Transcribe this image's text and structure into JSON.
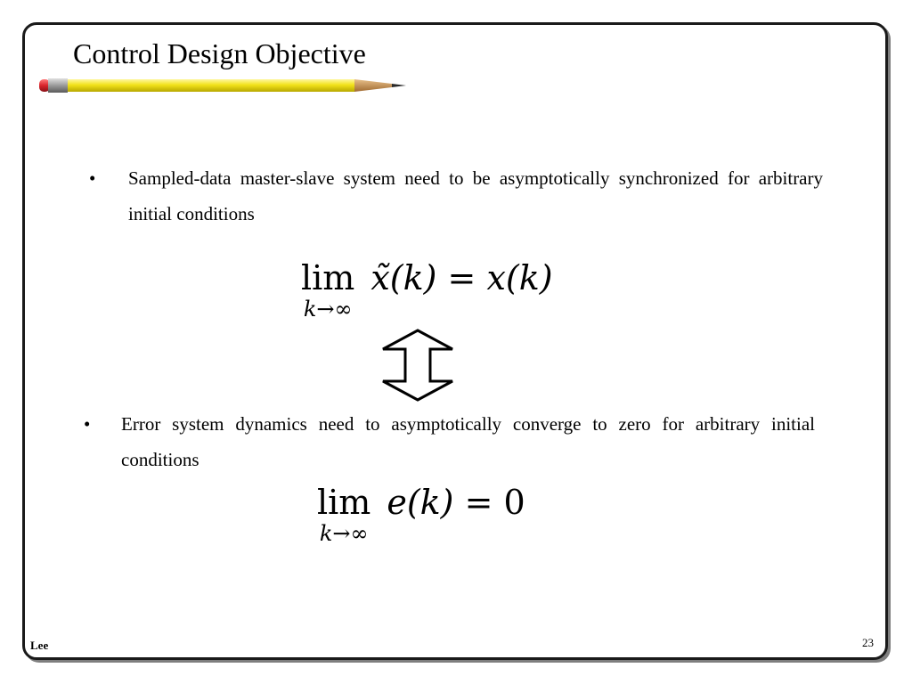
{
  "slide": {
    "title": "Control Design Objective",
    "bullets": [
      {
        "marker": "•",
        "text": "Sampled-data master-slave system need to be asymptotically synchronized for arbitrary initial conditions"
      },
      {
        "marker": "•",
        "text": "Error system dynamics need to asymptotically converge to zero for arbitrary initial conditions"
      }
    ],
    "equations": [
      {
        "lim": "lim",
        "subscript": "k→∞",
        "lhs": "x̃(k)",
        "equals": "=",
        "rhs": "x(k)"
      },
      {
        "lim": "lim",
        "subscript": "k→∞",
        "lhs": "e(k)",
        "equals": "=",
        "rhs": "0"
      }
    ],
    "footer": {
      "author": "Lee",
      "page_number": "23"
    }
  },
  "icons": {
    "pencil": "pencil-icon",
    "equivalence_arrow": "double-headed-arrow-icon"
  },
  "colors": {
    "pencil_body": "#f2e21a",
    "pencil_eraser": "#d9242b",
    "pencil_ferrule": "#9a9a9a",
    "pencil_wood": "#c9955a",
    "frame_border": "#1a1a1a"
  }
}
